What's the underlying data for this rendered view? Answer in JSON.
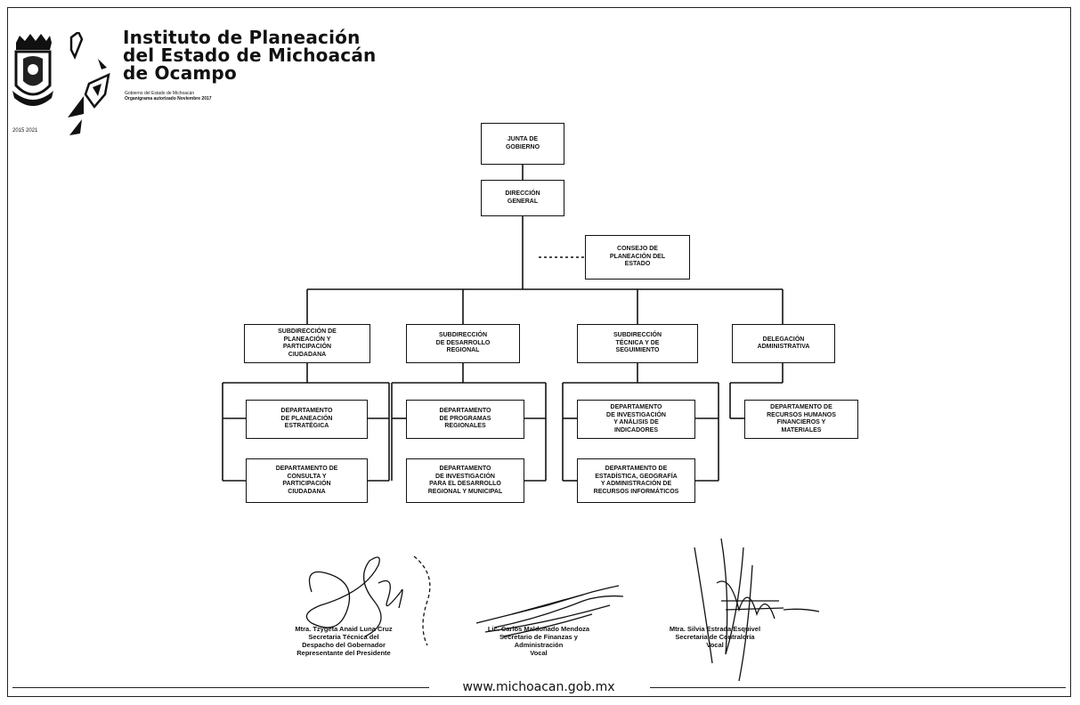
{
  "header": {
    "title_lines": [
      "Instituto de Planeación",
      "del Estado de Michoacán",
      "de Ocampo"
    ],
    "subtitle_lines": [
      "Gobierno del Estado de Michoacán",
      "Organigrama autorizado          Noviembre 2017"
    ],
    "seal_years": "2015    2021"
  },
  "org_chart": {
    "junta": "JUNTA DE\nGOBIERNO",
    "direccion": "DIRECCIÓN\nGENERAL",
    "consejo": "CONSEJO DE\nPLANEACIÓN DEL\nESTADO",
    "subdirecciones": [
      {
        "name": "SUBDIRECCIÓN DE\nPLANEACIÓN Y\nPARTICIPACIÓN\nCIUDADANA",
        "departments": [
          "DEPARTAMENTO\nDE PLANEACIÓN\nESTRATÉGICA",
          "DEPARTAMENTO DE\nCONSULTA Y\nPARTICIPACIÓN\nCIUDADANA"
        ]
      },
      {
        "name": "SUBDIRECCIÓN\nDE DESARROLLO\nREGIONAL",
        "departments": [
          "DEPARTAMENTO\nDE PROGRAMAS\nREGIONALES",
          "DEPARTAMENTO\nDE INVESTIGACIÓN\nPARA EL DESARROLLO\nREGIONAL Y MUNICIPAL"
        ]
      },
      {
        "name": "SUBDIRECCIÓN\nTÉCNICA Y DE\nSEGUIMIENTO",
        "departments": [
          "DEPARTAMENTO\nDE INVESTIGACIÓN\nY ANÁLISIS DE\nINDICADORES",
          "DEPARTAMENTO DE\nESTADÍSTICA, GEOGRAFÍA\nY ADMINISTRACIÓN DE\nRECURSOS INFORMÁTICOS"
        ]
      },
      {
        "name": "DELEGACIÓN\nADMINISTRATIVA",
        "departments": [
          "DEPARTAMENTO DE\nRECURSOS HUMANOS\nFINANCIEROS Y\nMATERIALES"
        ]
      }
    ]
  },
  "signatories": [
    {
      "text": "Mtra. Tzygeta Anaid Luna Cruz\nSecretaria Técnica del\nDespacho del Gobernador\nRepresentante del Presidente"
    },
    {
      "text": "Lic. Carlos Maldonado Mendoza\nSecretario de Finanzas y\nAdministración\nVocal"
    },
    {
      "text": "Mtra. Silvia Estrada Esquivel\nSecretaria de Contraloría\nVocal"
    }
  ],
  "footer": {
    "url": "www.michoacan.gob.mx"
  }
}
